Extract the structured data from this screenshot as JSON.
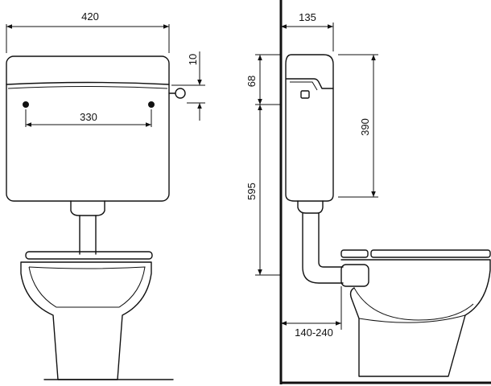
{
  "front_view": {
    "tank_width_label": "420",
    "hole_spacing_label": "330",
    "button_offset_label": "10"
  },
  "side_view": {
    "tank_depth_label": "135",
    "lid_height_label": "68",
    "tank_height_label": "390",
    "mount_height_label": "595",
    "wall_distance_label": "140-240"
  },
  "colors": {
    "line": "#111111",
    "background": "#ffffff"
  }
}
